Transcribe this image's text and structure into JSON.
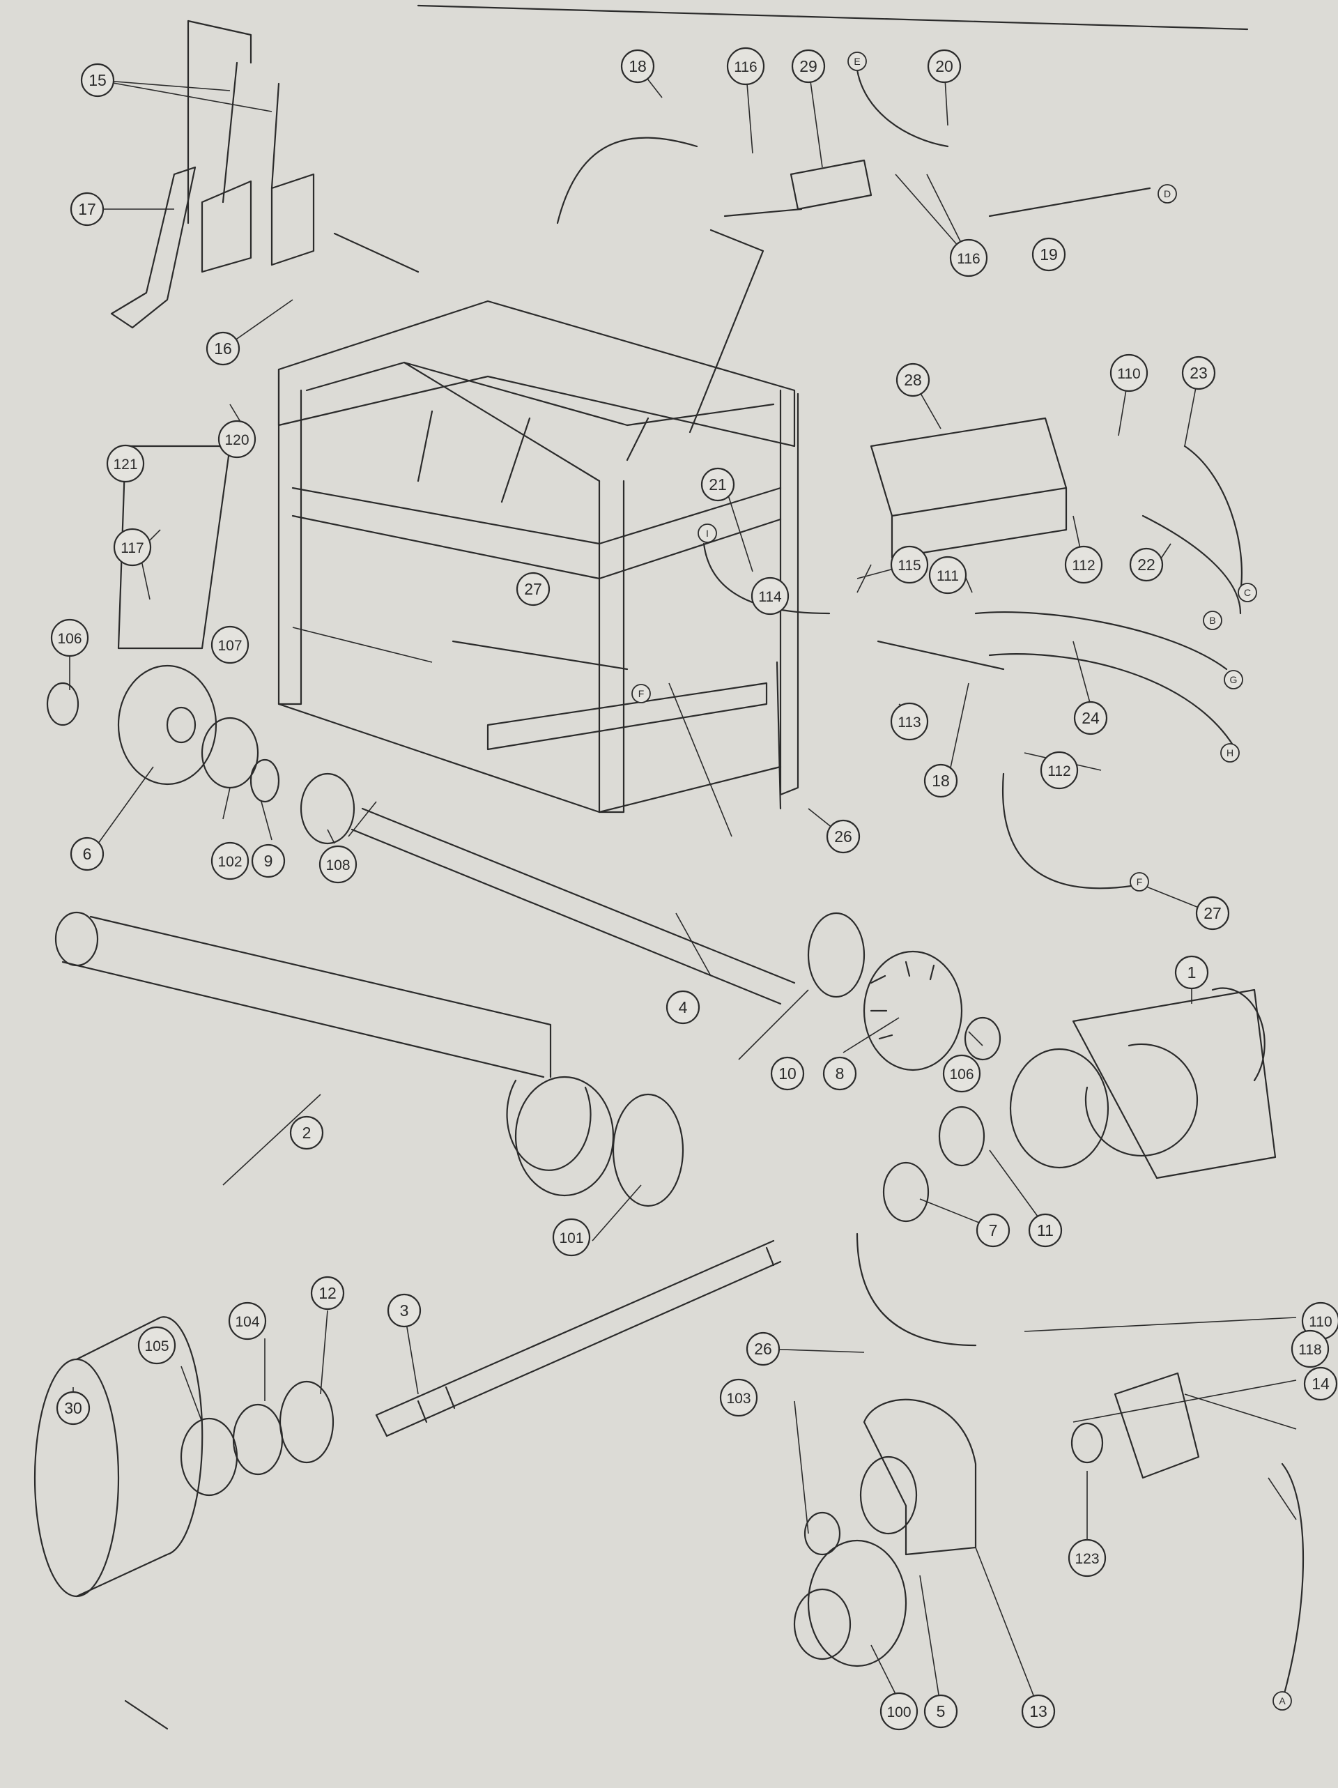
{
  "callouts": [
    "1",
    "2",
    "3",
    "4",
    "5",
    "6",
    "7",
    "8",
    "9",
    "10",
    "11",
    "12",
    "13",
    "14",
    "15",
    "16",
    "17",
    "18",
    "18",
    "19",
    "20",
    "21",
    "22",
    "23",
    "24",
    "26",
    "26",
    "27",
    "27",
    "28",
    "29",
    "30",
    "100",
    "101",
    "102",
    "103",
    "104",
    "105",
    "106",
    "106",
    "107",
    "108",
    "110",
    "110",
    "111",
    "112",
    "112",
    "113",
    "114",
    "115",
    "116",
    "116",
    "117",
    "118",
    "120",
    "121",
    "123"
  ],
  "hose_end_letters": [
    "A",
    "B",
    "C",
    "D",
    "E",
    "F",
    "F",
    "G",
    "H",
    "I"
  ],
  "colors": {
    "paper": "#dcdbd6",
    "ink": "#2b2b2b",
    "bubble_fill": "#e4e3de"
  }
}
